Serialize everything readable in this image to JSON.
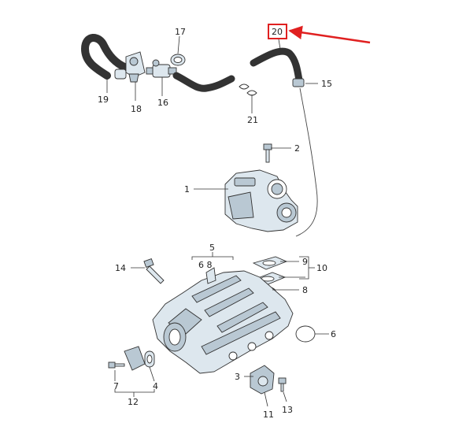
{
  "diagram": {
    "highlight_color": "#e02020",
    "part_fill": "#dde7ee",
    "part_fill_dark": "#b9c8d3",
    "callouts": {
      "c1": "1",
      "c2": "2",
      "c3": "3",
      "c4": "4",
      "c5": "5",
      "c6": "6",
      "c6_8": "6 8",
      "c7": "7",
      "c8": "8",
      "c9": "9",
      "c10": "10",
      "c11": "11",
      "c12": "12",
      "c13": "13",
      "c14": "14",
      "c15": "15",
      "c16": "16",
      "c17": "17",
      "c18": "18",
      "c19": "19",
      "c20": "20",
      "c21": "21"
    }
  }
}
